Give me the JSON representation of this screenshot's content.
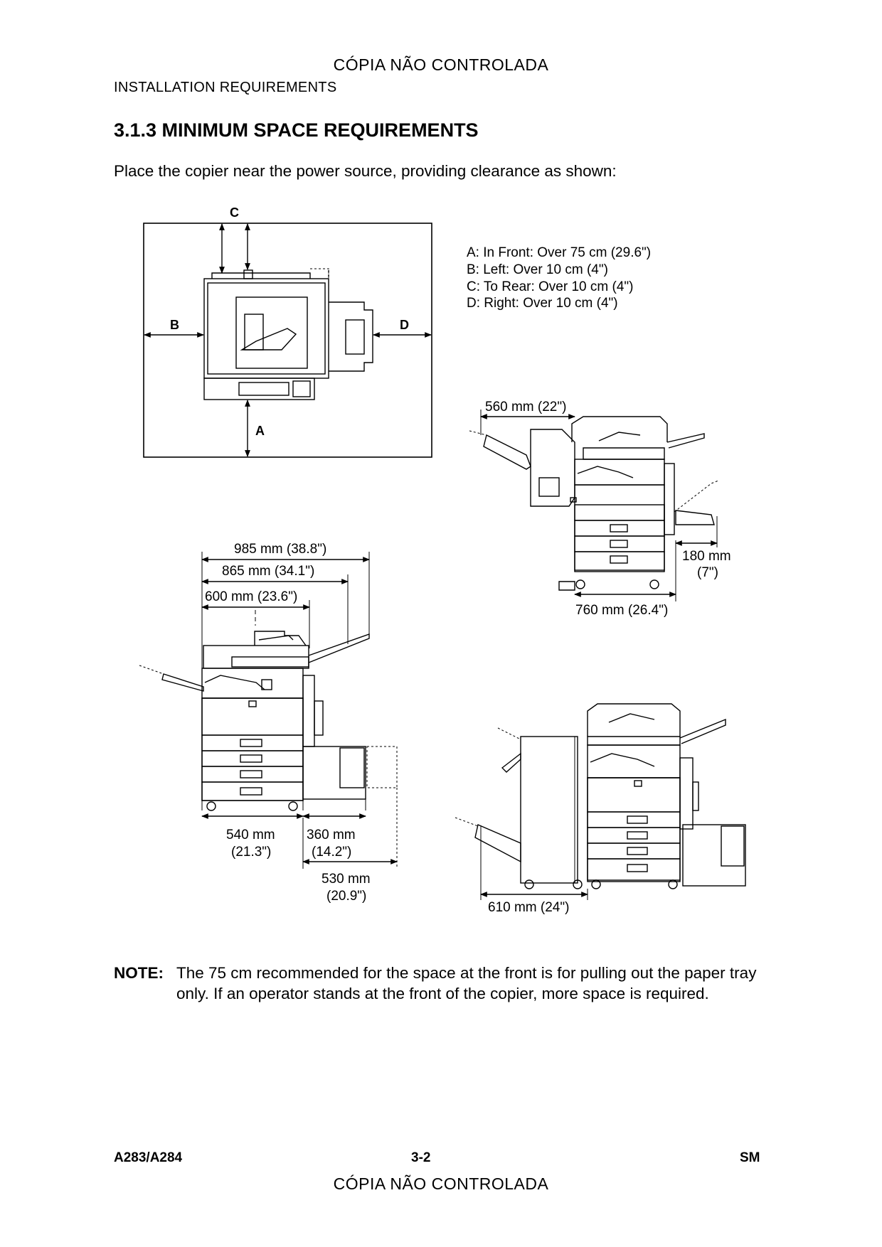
{
  "stamp": "CÓPIA NÃO CONTROLADA",
  "section_header": "INSTALLATION REQUIREMENTS",
  "heading": "3.1.3  MINIMUM SPACE REQUIREMENTS",
  "intro": "Place the copier near the power source, providing clearance as shown:",
  "figure": {
    "clearance_letters": {
      "a": "A",
      "b": "B",
      "c": "C",
      "d": "D"
    },
    "legend": [
      "A: In Front: Over 75 cm (29.6\")",
      "B: Left: Over 10 cm (4\")",
      "C: To Rear: Over 10 cm (4\")",
      "D: Right: Over 10 cm (4\")"
    ],
    "dims": {
      "d985": "985 mm (38.8\")",
      "d865": "865 mm (34.1\")",
      "d600": "600 mm (23.6\")",
      "d540": "540 mm",
      "d540_in": "(21.3\")",
      "d360": "360 mm",
      "d360_in": "(14.2\")",
      "d530": "530 mm",
      "d530_in": "(20.9\")",
      "d560": "560 mm (22\")",
      "d180": "180 mm",
      "d180_in": "(7\")",
      "d760": "760 mm (26.4\")",
      "d610": "610 mm (24\")"
    }
  },
  "note": {
    "label": "NOTE:",
    "text": "The 75 cm recommended for the space at the front is for pulling out the paper tray only. If an operator stands at the front of the copier, more space is required."
  },
  "footer": {
    "left": "A283/A284",
    "center": "3-2",
    "right": "SM"
  }
}
